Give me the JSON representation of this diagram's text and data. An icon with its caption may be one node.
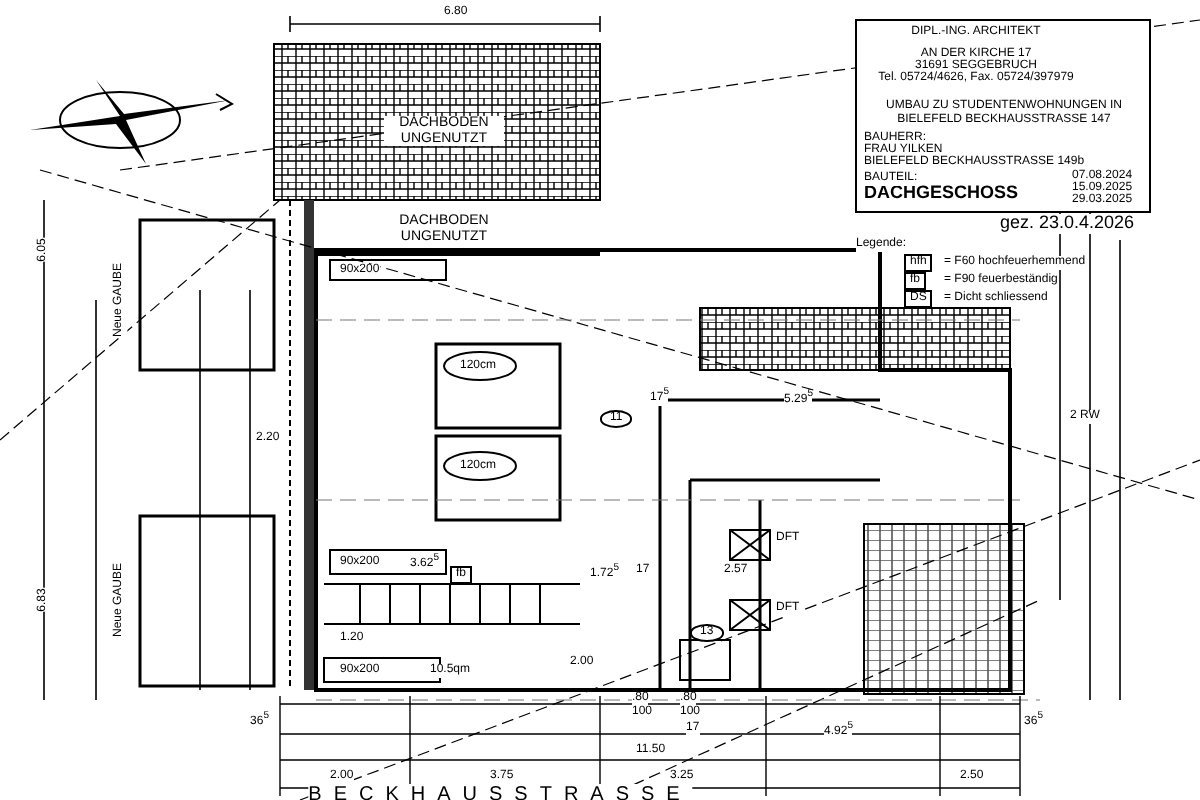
{
  "diagram": {
    "title": "DACHGESCHOSS",
    "labels": [
      "DIPL.-ING. ARCHITEKT",
      "AN DER KIRCHE 17",
      "31691 SEGGEBRUCH",
      "Tel. 05724/4626, Fax. 05724/397979",
      "UMBAU ZU STUDENTENWOHNUNGEN IN BIELEFELD BECKHAUSSTRASSE 147",
      "BAUHERR:",
      "FRAU YILKEN",
      "BIELEFELD BECKHAUSSTRASSE 149b",
      "BAUTEIL:",
      "07.08.2024",
      "15.09.2025",
      "29.03.2025",
      "gez. 23.0.4.2026",
      "Legende:",
      "hfh",
      "= F60 hochfeuerhemmend",
      "fb",
      "= F90 feuerbeständig",
      "DS",
      "= Dicht schliessend",
      "6.80",
      "DACHBODEN UNGENUTZT",
      "DACHBODEN UNGENUTZT",
      "90x200",
      "120cm",
      "120cm",
      "11",
      "17$^{5}$",
      "5.29$^{5}$",
      "2 RW",
      "Neue GAUBE",
      "6.05",
      "2.20",
      "90x200",
      "3.62$^{5}$",
      "fb",
      "1.72$^{5}$",
      "17",
      "2.57",
      "DFT",
      "DFT",
      "13",
      "Neue GAUBE",
      "6.83",
      "1.20",
      "90x200",
      "10.5qm",
      "2.00",
      ".80",
      "100",
      ".80",
      "100",
      "36$^{5}$",
      "36$^{5}$",
      "17",
      "4.92$^{5}$",
      "11.50",
      "2.00",
      "3.75",
      "3.25",
      "2.50",
      "BECKHAUSSTRASSE"
    ]
  }
}
